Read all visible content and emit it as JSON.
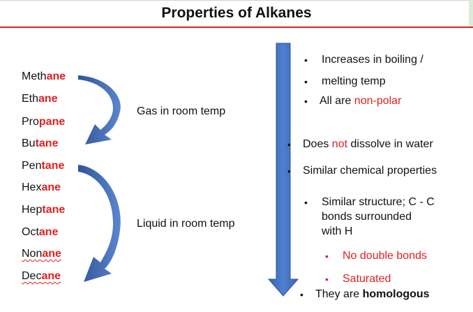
{
  "title": "Properties of Alkanes",
  "alkanes": [
    {
      "stem": "Meth",
      "suffix": "ane"
    },
    {
      "stem": "Eth",
      "suffix": "ane"
    },
    {
      "stem": "Pro",
      "suffix": "pane"
    },
    {
      "stem": "Bu",
      "suffix": "tane"
    },
    {
      "stem": "Pen",
      "suffix": "tane"
    },
    {
      "stem": "Hex",
      "suffix": "ane"
    },
    {
      "stem": "Hep",
      "suffix": "tane"
    },
    {
      "stem": "Oct",
      "suffix": "ane"
    },
    {
      "stem": "Non",
      "suffix": "ane"
    },
    {
      "stem": "Dec",
      "suffix": "ane"
    }
  ],
  "labels": {
    "gas": "Gas in room temp",
    "liquid": "Liquid in room temp"
  },
  "bullets": {
    "b1": "Increases in boiling /",
    "b2": "melting temp",
    "b3_pre": "All are ",
    "b3_red": "non-polar",
    "b4_pre": "Does ",
    "b4_red": "not",
    "b4_post": " dissolve in water",
    "b5": "Similar chemical properties",
    "b6_l1": "Similar structure; C - C",
    "b6_l2": "bonds surrounded",
    "b6_l3": "with H",
    "b7": "No double bonds",
    "b8": "Saturated",
    "b9_pre": "They are ",
    "b9_bold": "homologous"
  },
  "bullet_glyph": "•",
  "colors": {
    "accent_red": "#e02020",
    "arrow_blue": "#4472c4"
  }
}
